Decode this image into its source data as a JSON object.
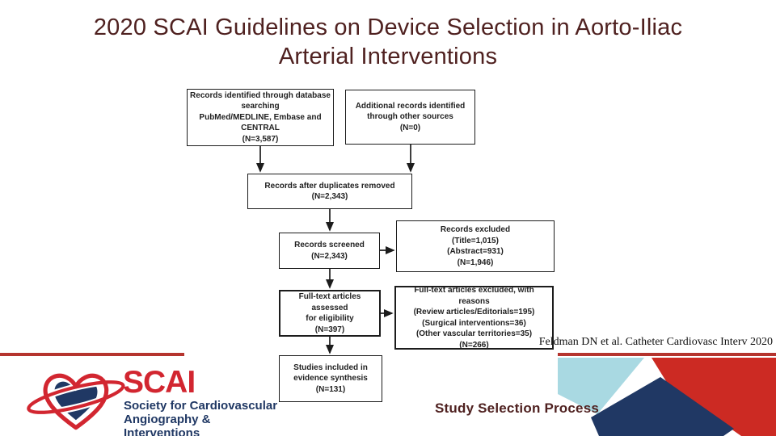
{
  "slide": {
    "title_line1": "2020 SCAI Guidelines on Device Selection in Aorto-Iliac",
    "title_line2": "Arterial Interventions",
    "citation": "Feldman DN et al. Catheter Cardiovasc Interv 2020",
    "caption": "Study Selection Process"
  },
  "logo": {
    "acronym": "SCAI",
    "name_line1": "Society for Cardiovascular",
    "name_line2": "Angiography & Interventions"
  },
  "colors": {
    "title_maroon": "#4f2120",
    "rule_red": "#b5342e",
    "corner_red": "#cc2a23",
    "corner_navy": "#203864",
    "corner_lightblue": "#a9d9e2",
    "logo_red": "#d22630",
    "logo_navy": "#203864"
  },
  "flowchart": {
    "boxes": [
      {
        "id": "records-identified",
        "lines": [
          "Records identified through database",
          "searching",
          "PubMed/MEDLINE, Embase and",
          "CENTRAL",
          "(N=3,587)"
        ]
      },
      {
        "id": "additional-records",
        "lines": [
          "Additional records identified",
          "through other sources",
          "(N=0)"
        ]
      },
      {
        "id": "duplicates-removed",
        "lines": [
          "Records after duplicates removed",
          "(N=2,343)"
        ]
      },
      {
        "id": "records-screened",
        "lines": [
          "Records screened",
          "(N=2,343)"
        ]
      },
      {
        "id": "records-excluded",
        "lines": [
          "Records excluded",
          "(Title=1,015)",
          "(Abstract=931)",
          "(N=1,946)"
        ]
      },
      {
        "id": "fulltext-assessed",
        "lines": [
          "Full-text articles assessed",
          "for eligibility",
          "(N=397)"
        ]
      },
      {
        "id": "fulltext-excluded",
        "lines": [
          "Full-text articles excluded, with reasons",
          "(Review articles/Editorials=195)",
          "(Surgical interventions=36)",
          "(Other vascular territories=35)",
          "(N=266)"
        ]
      },
      {
        "id": "studies-included",
        "lines": [
          "Studies included in",
          "evidence synthesis",
          "(N=131)"
        ]
      }
    ]
  }
}
